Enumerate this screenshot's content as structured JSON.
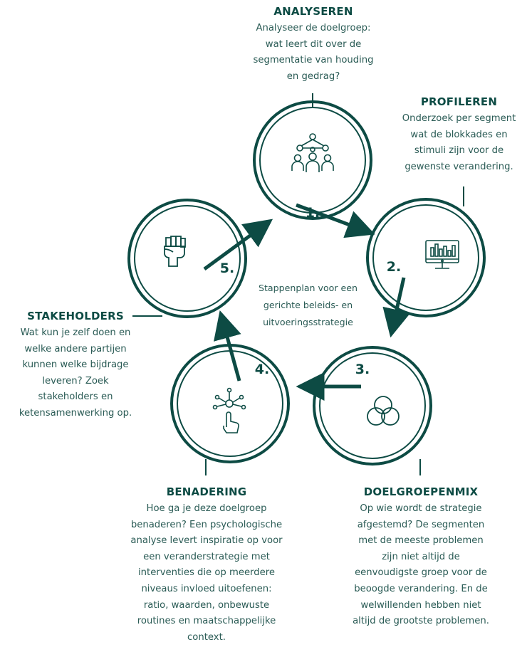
{
  "colors": {
    "primary": "#0d4b44",
    "text": "#2a5b55",
    "background": "#ffffff"
  },
  "center": {
    "lines": [
      "Stappenplan voor een",
      "gerichte beleids- en",
      "uitvoeringsstrategie"
    ]
  },
  "steps": [
    {
      "number": "1.",
      "icon": "people-network-icon"
    },
    {
      "number": "2.",
      "icon": "monitor-chart-icon"
    },
    {
      "number": "3.",
      "icon": "venn-circles-icon"
    },
    {
      "number": "4.",
      "icon": "hand-touch-network-icon"
    },
    {
      "number": "5.",
      "icon": "raised-fist-icon"
    }
  ],
  "blocks": {
    "analyseren": {
      "heading": "ANALYSEREN",
      "lines": [
        "Analyseer de doelgroep:",
        "wat leert dit over de",
        "segmentatie van houding",
        "en gedrag?"
      ]
    },
    "profileren": {
      "heading": "PROFILEREN",
      "lines": [
        "Onderzoek per segment",
        "wat de blokkades en",
        "stimuli zijn voor de",
        "gewenste verandering."
      ]
    },
    "stakeholders": {
      "heading": "STAKEHOLDERS",
      "lines": [
        "Wat kun je zelf doen en",
        "welke andere partijen",
        "kunnen welke bijdrage",
        "leveren? Zoek",
        "stakeholders en",
        "ketensamenwerking op."
      ]
    },
    "benadering": {
      "heading": "BENADERING",
      "lines": [
        "Hoe ga je deze doelgroep",
        "benaderen? Een psychologische",
        "analyse levert inspiratie op voor",
        "een veranderstrategie met",
        "interventies die op meerdere",
        "niveaus invloed uitoefenen:",
        "ratio, waarden, onbewuste",
        "routines en maatschappelijke",
        "context."
      ]
    },
    "doelgroepenmix": {
      "heading": "DOELGROEPENMIX",
      "lines": [
        "Op wie wordt de strategie",
        "afgestemd? De segmenten",
        "met de meeste problemen",
        "zijn niet altijd de",
        "eenvoudigste groep voor de",
        "beoogde verandering. En de",
        "welwillenden hebben niet",
        "altijd de grootste problemen."
      ]
    }
  }
}
